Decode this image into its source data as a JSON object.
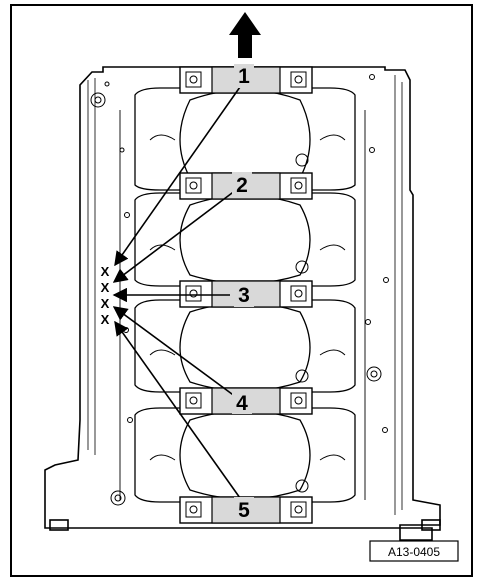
{
  "figure": {
    "reference": "A13-0405",
    "marking_code": [
      "X",
      "X",
      "X",
      "X"
    ],
    "callouts": [
      {
        "label": "1"
      },
      {
        "label": "2"
      },
      {
        "label": "3"
      },
      {
        "label": "4"
      },
      {
        "label": "5"
      }
    ],
    "colors": {
      "line": "#000000",
      "bearing_cap_fill": "#d9d9d9",
      "background": "#ffffff"
    },
    "icons": [
      "direction-arrow-up-icon"
    ]
  }
}
